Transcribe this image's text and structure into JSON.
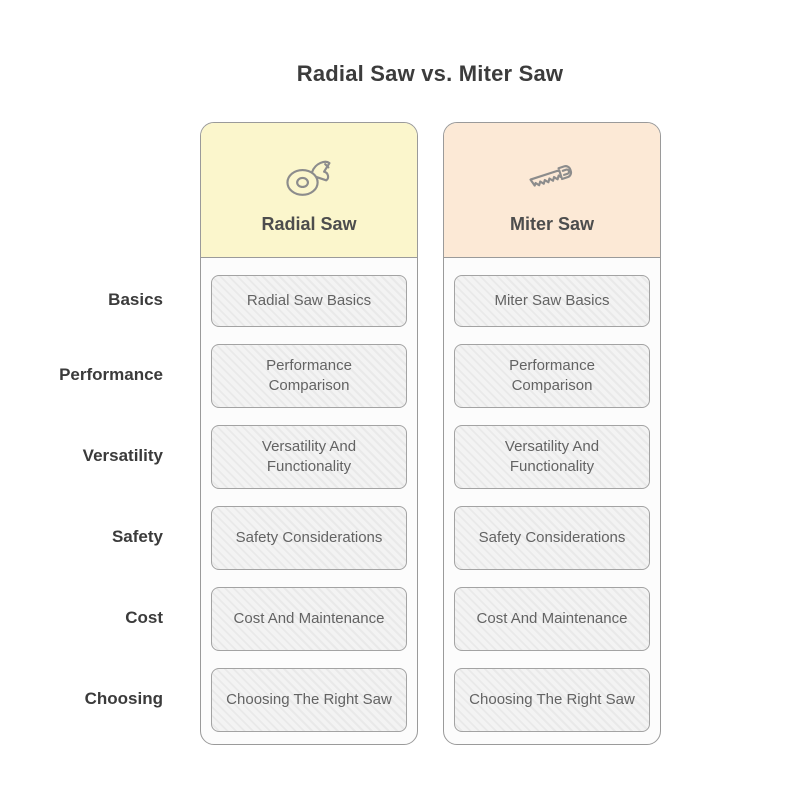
{
  "title": "Radial Saw vs. Miter Saw",
  "row_labels": [
    "Basics",
    "Performance",
    "Versatility",
    "Safety",
    "Cost",
    "Choosing"
  ],
  "columns": [
    {
      "name": "Radial Saw",
      "icon": "circular-saw-icon",
      "header_bg": "#fbf6cc",
      "cells": [
        "Radial Saw Basics",
        "Performance Comparison",
        "Versatility And Functionality",
        "Safety Considerations",
        "Cost And Maintenance",
        "Choosing The Right Saw"
      ]
    },
    {
      "name": "Miter Saw",
      "icon": "hand-saw-icon",
      "header_bg": "#fce9d6",
      "cells": [
        "Miter Saw Basics",
        "Performance Comparison",
        "Versatility And Functionality",
        "Safety Considerations",
        "Cost And Maintenance",
        "Choosing The Right Saw"
      ]
    }
  ],
  "colors": {
    "column_border": "#9a9a9a",
    "cell_border": "#a3a3a3",
    "cell_text": "#636363",
    "label_text": "#3b3b3b",
    "title_text": "#3c3c3c",
    "radial_header_bg": "#fbf6cc",
    "miter_header_bg": "#fce9d6",
    "icon_stroke": "#8c8c8c"
  }
}
